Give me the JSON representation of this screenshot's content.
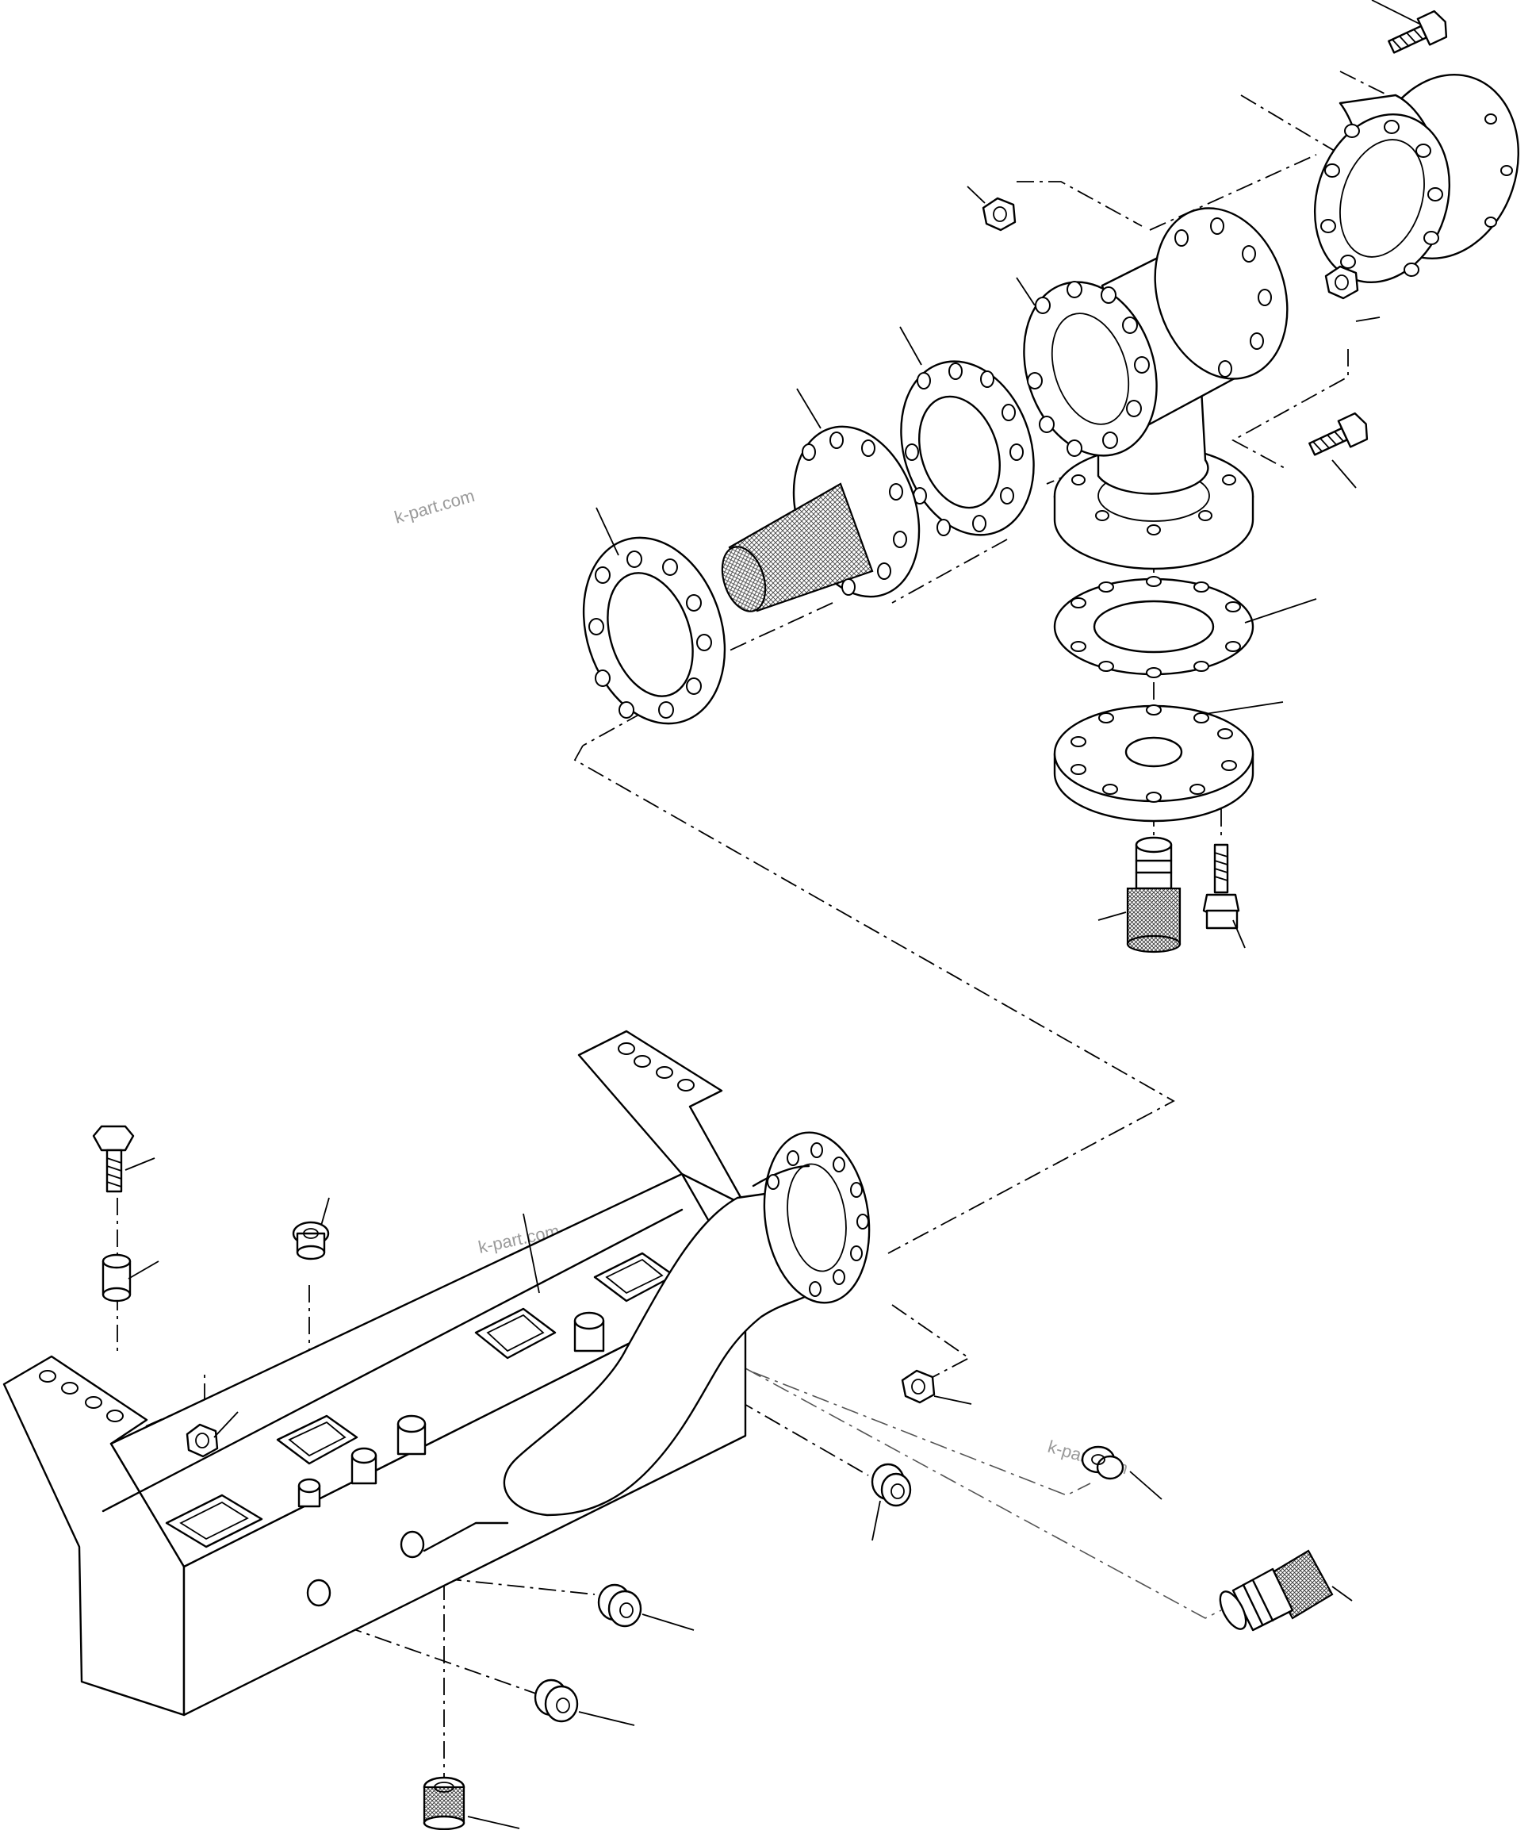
{
  "diagram": {
    "type": "exploded-parts-diagram",
    "watermark": "k-part.com",
    "parts": [
      {
        "name": "frame-beam"
      },
      {
        "name": "outlet-pipe-flange"
      },
      {
        "name": "tee-pipe"
      },
      {
        "name": "strainer-cone"
      },
      {
        "name": "flange-gasket"
      },
      {
        "name": "flange-ring"
      },
      {
        "name": "blind-flange-plate"
      },
      {
        "name": "expansion-joint"
      },
      {
        "name": "hex-bolt"
      },
      {
        "name": "hex-nut"
      },
      {
        "name": "spacer-bushing"
      },
      {
        "name": "plug"
      },
      {
        "name": "quick-coupler"
      },
      {
        "name": "stud-bolt"
      }
    ]
  }
}
